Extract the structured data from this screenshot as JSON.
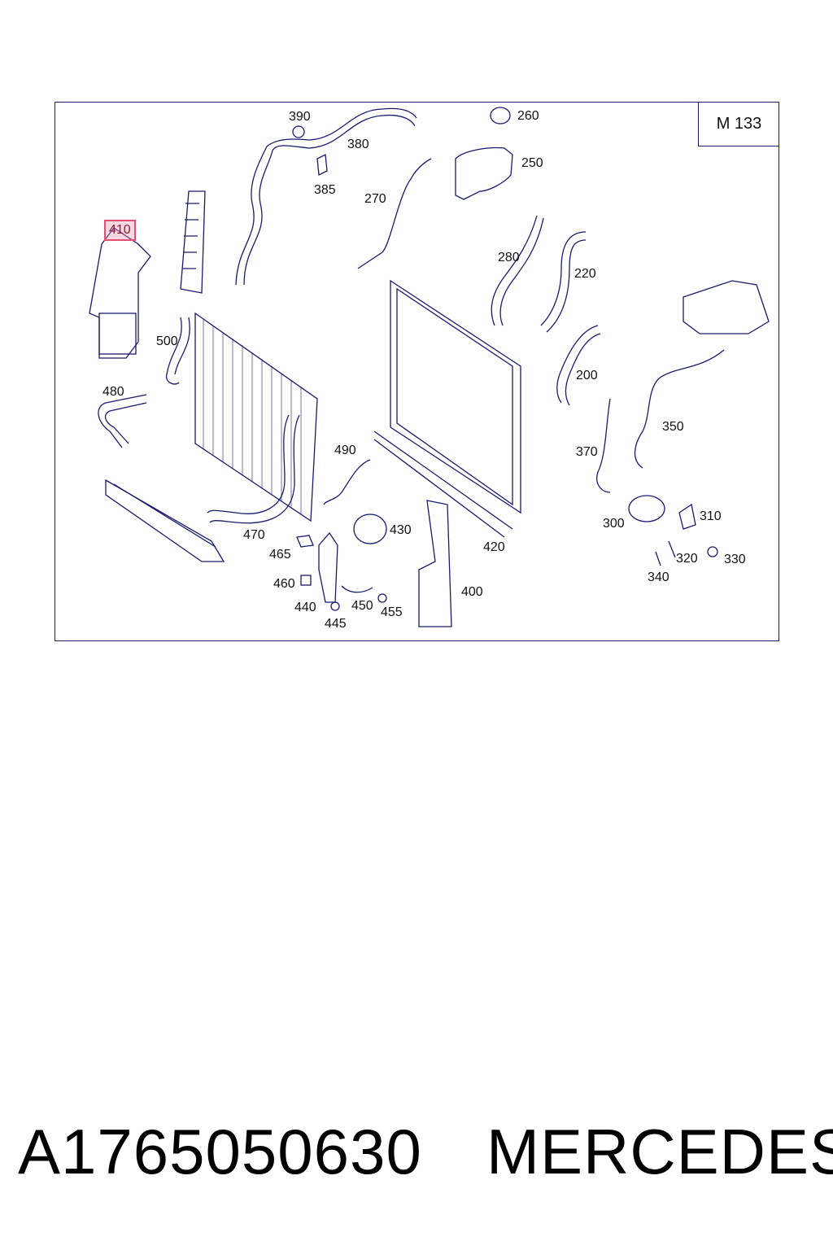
{
  "diagram": {
    "model_code": "M 133",
    "highlighted_part": "410",
    "callouts": [
      {
        "id": "390",
        "label": "390"
      },
      {
        "id": "380",
        "label": "380"
      },
      {
        "id": "385",
        "label": "385"
      },
      {
        "id": "260",
        "label": "260"
      },
      {
        "id": "250",
        "label": "250"
      },
      {
        "id": "270",
        "label": "270"
      },
      {
        "id": "410",
        "label": "410"
      },
      {
        "id": "280",
        "label": "280"
      },
      {
        "id": "220",
        "label": "220"
      },
      {
        "id": "500",
        "label": "500"
      },
      {
        "id": "200",
        "label": "200"
      },
      {
        "id": "480",
        "label": "480"
      },
      {
        "id": "350",
        "label": "350"
      },
      {
        "id": "370",
        "label": "370"
      },
      {
        "id": "490",
        "label": "490"
      },
      {
        "id": "300",
        "label": "300"
      },
      {
        "id": "310",
        "label": "310"
      },
      {
        "id": "430",
        "label": "430"
      },
      {
        "id": "470",
        "label": "470"
      },
      {
        "id": "420",
        "label": "420"
      },
      {
        "id": "465",
        "label": "465"
      },
      {
        "id": "320",
        "label": "320"
      },
      {
        "id": "330",
        "label": "330"
      },
      {
        "id": "340",
        "label": "340"
      },
      {
        "id": "460",
        "label": "460"
      },
      {
        "id": "400",
        "label": "400"
      },
      {
        "id": "440",
        "label": "440"
      },
      {
        "id": "450",
        "label": "450"
      },
      {
        "id": "455",
        "label": "455"
      },
      {
        "id": "445",
        "label": "445"
      }
    ]
  },
  "footer": {
    "part_number": "A1765050630",
    "brand": "MERCEDES"
  },
  "colors": {
    "line": "#1a1a6e",
    "highlight_border": "#e05070"
  }
}
